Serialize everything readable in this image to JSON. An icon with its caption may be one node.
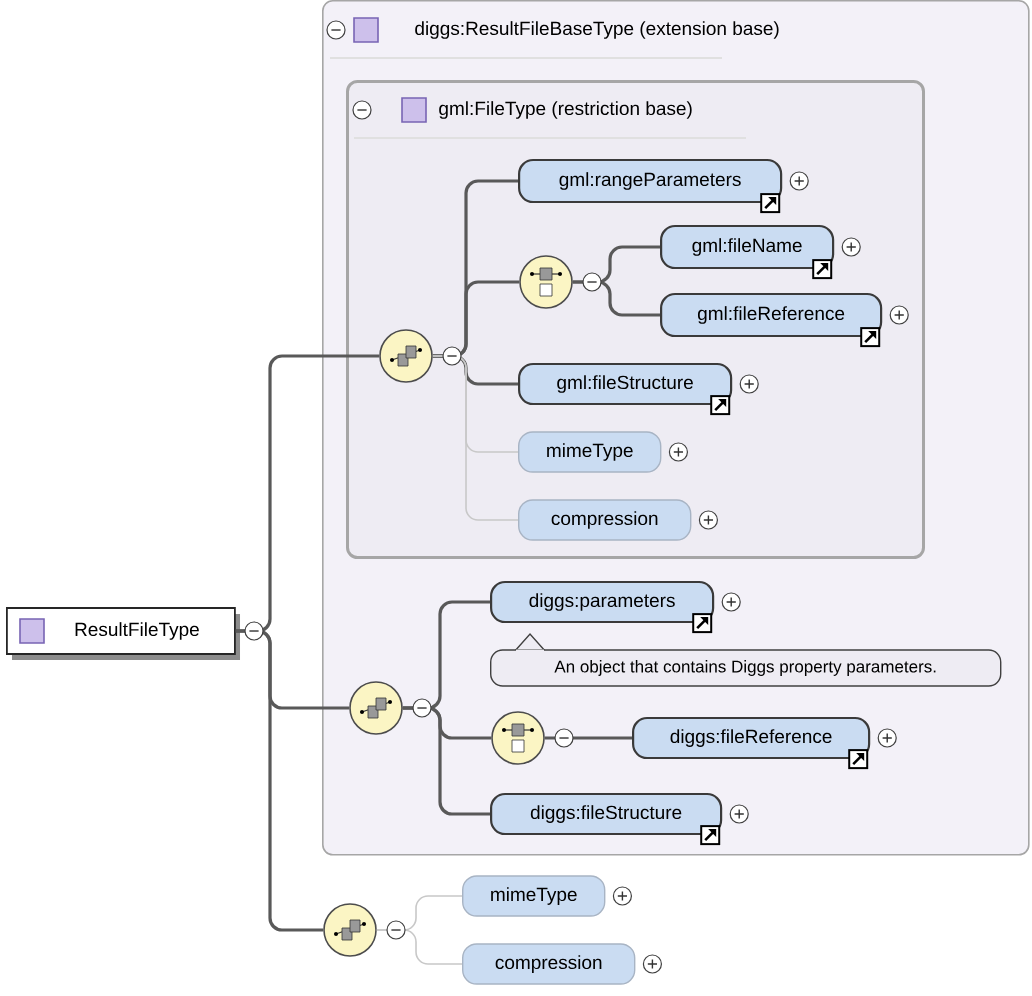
{
  "diagram": {
    "nodes": [
      {
        "text": [
          "diggs:ResultFileBaseType (extension base)"
        ]
      },
      {
        "text": [
          "gml:FileType (restriction base)"
        ],
        "in": 0
      },
      {
        "text": [],
        "shape": "circle",
        "in": 1
      },
      {
        "text": [
          "gml:rangeParameters"
        ],
        "in": 1
      },
      {
        "text": [],
        "shape": "circle",
        "in": 1
      },
      {
        "text": [
          "gml:fileName"
        ],
        "in": 1
      },
      {
        "text": [
          "gml:fileReference"
        ],
        "in": 1
      },
      {
        "text": [
          "gml:fileStructure"
        ],
        "in": 1
      },
      {
        "text": [
          "mimeType"
        ],
        "in": 1
      },
      {
        "text": [
          "compression"
        ],
        "in": 1
      },
      {
        "text": [
          "ResultFileType"
        ]
      },
      {
        "text": [],
        "shape": "circle",
        "in": 0
      },
      {
        "text": [
          "diggs:parameters"
        ],
        "in": 0
      },
      {
        "text": [
          "An object that contains Diggs property parameters."
        ],
        "in": 0
      },
      {
        "text": [],
        "shape": "circle",
        "in": 0
      },
      {
        "text": [
          "diggs:fileReference"
        ],
        "in": 0
      },
      {
        "text": [
          "diggs:fileStructure"
        ],
        "in": 0
      },
      {
        "text": [],
        "shape": "circle"
      },
      {
        "text": [
          "mimeType"
        ]
      },
      {
        "text": [
          "compression"
        ]
      }
    ],
    "edges": [
      {
        "from": 10,
        "to": 2,
        "arrow": "none"
      },
      {
        "from": 10,
        "to": 11,
        "arrow": "none"
      },
      {
        "from": 10,
        "to": 17,
        "arrow": "none"
      },
      {
        "from": 2,
        "to": 3,
        "arrow": "none"
      },
      {
        "from": 2,
        "to": 4,
        "arrow": "none"
      },
      {
        "from": 2,
        "to": 7,
        "arrow": "none"
      },
      {
        "from": 2,
        "to": 8,
        "arrow": "none",
        "color": "#c8c8c8"
      },
      {
        "from": 2,
        "to": 9,
        "arrow": "none",
        "color": "#c8c8c8"
      },
      {
        "from": 4,
        "to": 5,
        "arrow": "none"
      },
      {
        "from": 4,
        "to": 6,
        "arrow": "none"
      },
      {
        "from": 11,
        "to": 12,
        "arrow": "none"
      },
      {
        "from": 11,
        "to": 14,
        "arrow": "none"
      },
      {
        "from": 11,
        "to": 16,
        "arrow": "none"
      },
      {
        "from": 14,
        "to": 15,
        "arrow": "none"
      },
      {
        "from": 17,
        "to": 18,
        "arrow": "none",
        "color": "#c8c8c8"
      },
      {
        "from": 17,
        "to": 19,
        "arrow": "none",
        "color": "#c8c8c8"
      }
    ]
  }
}
